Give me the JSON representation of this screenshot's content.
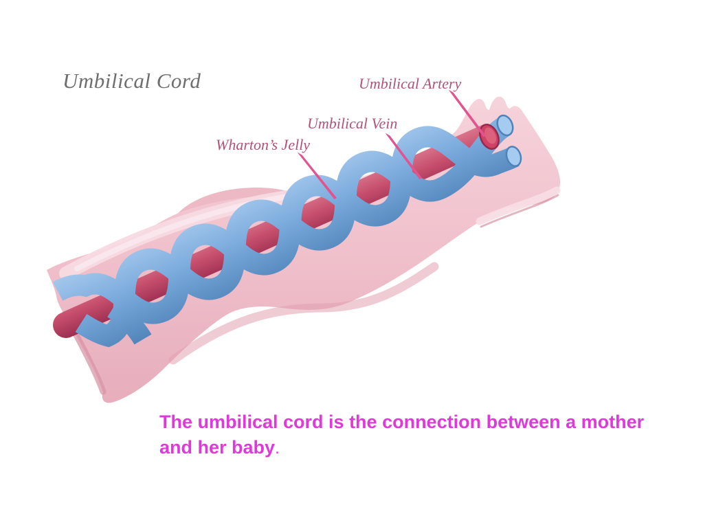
{
  "slide": {
    "title": "Umbilical Cord",
    "caption": {
      "line1": "The umbilical cord is the connection between a mother",
      "line2": "and her baby",
      "period": "."
    }
  },
  "diagram": {
    "labels": {
      "artery": "Umbilical Artery",
      "vein": "Umbilical Vein",
      "wharton": "Wharton’s Jelly"
    },
    "colors": {
      "flesh_pink": "#f0c1cc",
      "flesh_highlight": "#f7dae2",
      "flesh_shadow": "#e2a1b1",
      "artery_red": "#c64e6c",
      "vein_blue": "#7babdd",
      "label_rose": "#b25278",
      "pointer_pink": "#e1548f",
      "caption_magenta": "#df39da",
      "title_gray": "#6e6e6e"
    }
  }
}
